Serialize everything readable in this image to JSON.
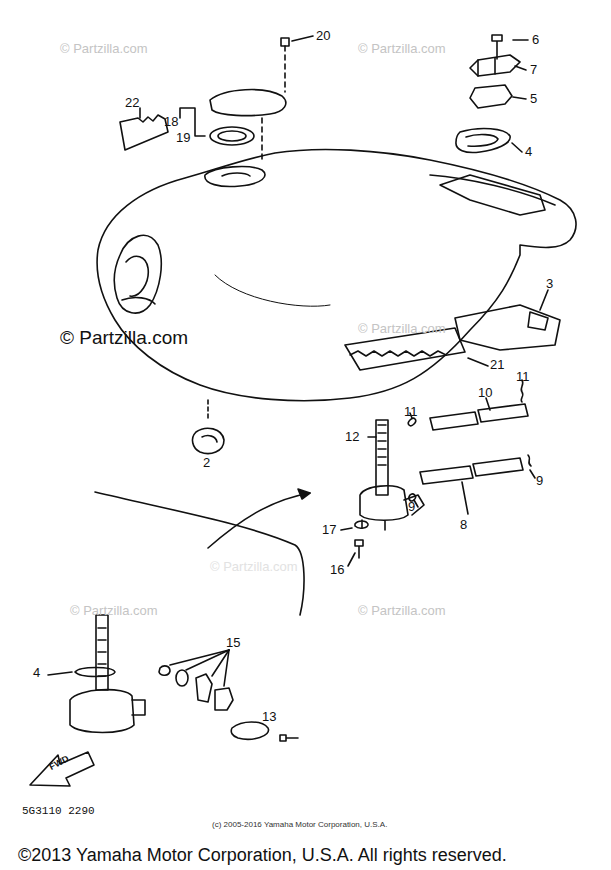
{
  "diagram": {
    "labels": [
      "© Partzilla.com",
      "© Partzilla.com",
      "© Partzilla.com",
      "© Partzilla.com",
      "© Partzilla.com",
      "© Partzilla.com",
      "© Partzilla.com",
      "20",
      "6",
      "7",
      "5",
      "4",
      "22",
      "18",
      "19",
      "3",
      "21",
      "11",
      "11",
      "10",
      "2",
      "12",
      "9",
      "9",
      "8",
      "17",
      "16",
      "4",
      "15",
      "13",
      "FWD",
      "5G3110 2290",
      "(c) 2005-2016 Yamaha Motor Corporation, U.S.A.",
      "©2013 Yamaha Motor Corporation, U.S.A. All rights reserved."
    ]
  }
}
